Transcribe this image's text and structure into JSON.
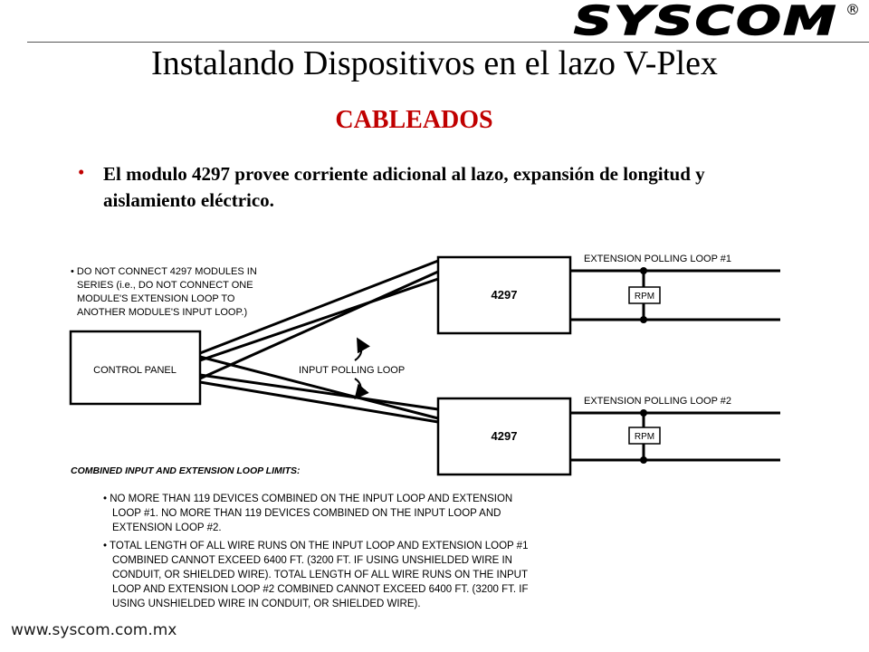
{
  "slide": {
    "brand": "SYSCOM",
    "brand_registered": "®",
    "title": "Instalando Dispositivos en el lazo V-Plex",
    "subtitle": "CABLEADOS",
    "bullet_glyph": "•",
    "bullet": "El  modulo 4297 provee corriente adicional al lazo, expansión de longitud y aislamiento eléctrico.",
    "footer_url": "www.syscom.com.mx"
  },
  "diagram": {
    "warning_lines": [
      "• DO NOT CONNECT 4297 MODULES IN",
      "SERIES (i.e., DO NOT CONNECT ONE",
      "MODULE'S EXTENSION LOOP TO",
      "ANOTHER MODULE'S INPUT LOOP.)"
    ],
    "control_panel_label": "CONTROL PANEL",
    "input_loop_label": "INPUT POLLING LOOP",
    "module_top_label": "4297",
    "module_bottom_label": "4297",
    "ext_loop_1_label": "EXTENSION POLLING LOOP #1",
    "ext_loop_2_label": "EXTENSION POLLING LOOP #2",
    "rpm_label": "RPM",
    "limits_heading": "COMBINED INPUT AND EXTENSION LOOP LIMITS:",
    "limits_lines": [
      "• NO MORE THAN 119 DEVICES COMBINED ON THE INPUT LOOP AND EXTENSION",
      "LOOP #1. NO MORE THAN 119 DEVICES COMBINED ON THE INPUT LOOP AND",
      "EXTENSION LOOP #2.",
      "• TOTAL LENGTH OF ALL WIRE RUNS ON THE  INPUT LOOP AND EXTENSION LOOP #1",
      "COMBINED CANNOT EXCEED 6400 FT. (3200 FT.  IF USING UNSHIELDED WIRE IN",
      "CONDUIT, OR SHIELDED WIRE). TOTAL LENGTH OF ALL WIRE RUNS ON THE INPUT",
      "LOOP AND EXTENSION LOOP #2 COMBINED CANNOT EXCEED 6400 FT. (3200 FT.  IF",
      "USING UNSHIELDED WIRE IN CONDUIT, OR SHIELDED WIRE)."
    ]
  },
  "colors": {
    "accent_red": "#c00000",
    "ink": "#000000"
  }
}
